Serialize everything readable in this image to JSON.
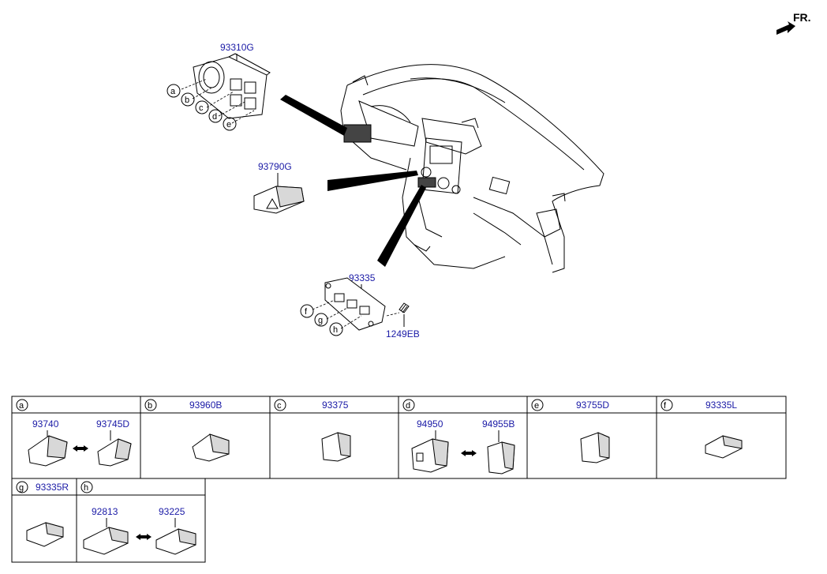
{
  "direction_label": "FR.",
  "callouts": {
    "bezel": "93310G",
    "hazard": "93790G",
    "lower_panel": "93335",
    "screw": "1249EB"
  },
  "circle_letters": [
    "a",
    "b",
    "c",
    "d",
    "e",
    "f",
    "g",
    "h"
  ],
  "table": {
    "row1": [
      {
        "letter": "a",
        "parts": [
          "93740",
          "93745D"
        ]
      },
      {
        "letter": "b",
        "parts": [
          "93960B"
        ]
      },
      {
        "letter": "c",
        "parts": [
          "93375"
        ]
      },
      {
        "letter": "d",
        "parts": [
          "94950",
          "94955B"
        ]
      },
      {
        "letter": "e",
        "parts": [
          "93755D"
        ]
      },
      {
        "letter": "f",
        "parts": [
          "93335L"
        ]
      }
    ],
    "row2": [
      {
        "letter": "g",
        "parts": [
          "93335R"
        ]
      },
      {
        "letter": "h",
        "parts": [
          "92813",
          "93225"
        ]
      }
    ]
  }
}
